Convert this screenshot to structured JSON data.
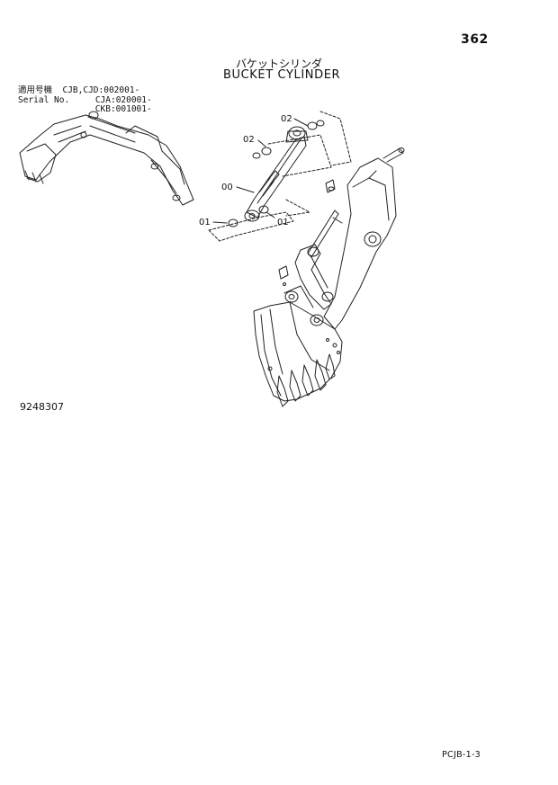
{
  "page_number": "362",
  "title_jp": "バケットシリンダ",
  "title_en": "BUCKET CYLINDER",
  "serial": {
    "label_jp": "適用号機",
    "label_en": "Serial No.",
    "ranges": [
      "CJB,CJD:002001-",
      "CJA:020001-",
      "CKB:001001-"
    ]
  },
  "callouts": [
    "02",
    "02",
    "00",
    "01",
    "01"
  ],
  "figure_number": "9248307",
  "footer_code": "PCJB-1-3"
}
